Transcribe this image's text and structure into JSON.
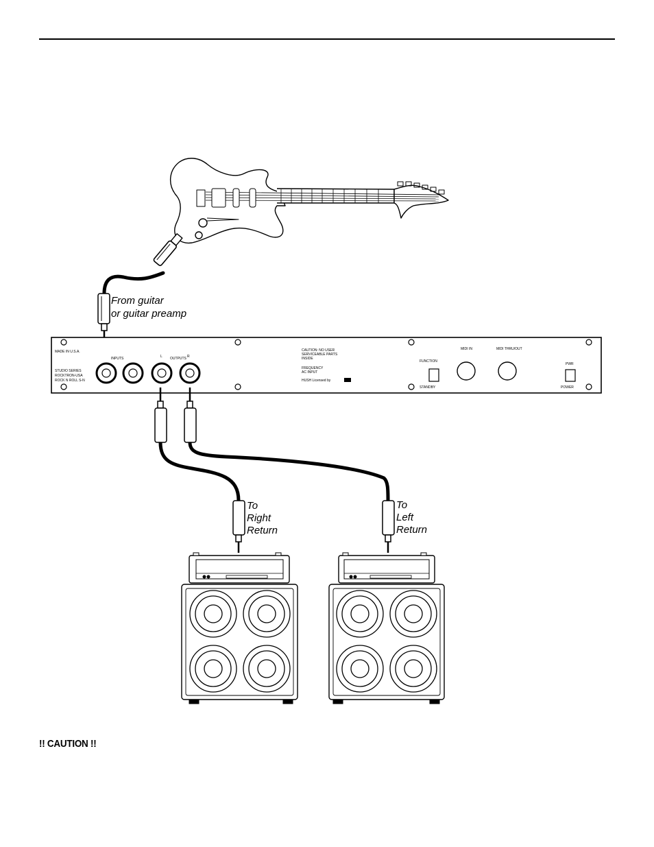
{
  "labels": {
    "from_guitar_line1": "From guitar",
    "from_guitar_line2": "or guitar preamp",
    "right_line1": "To",
    "right_line2": "Right",
    "right_line3": "Return",
    "left_line1": "To",
    "left_line2": "Left",
    "left_line3": "Return"
  },
  "panel": {
    "made_in": "MADE IN U.S.A.",
    "series_line1": "STUDIO SERIES",
    "series_line2": "ROCKTRON-USA",
    "series_line3": "ROCK N ROLL S-N",
    "inputs_label": "INPUTS",
    "outputs_label": "OUTPUTS",
    "left_label": "L",
    "right_label": "R",
    "caution_line1": "CAUTION: NO USER",
    "caution_line2": "SERVICEABLE PARTS",
    "caution_line3": "INSIDE",
    "freq_line1": "FREQUENCY",
    "freq_line2": "AC INPUT",
    "hush_line": "HUSH Licensed by",
    "footswitch_label": "FUNCTION",
    "footswitch_sub": "STANDBY",
    "midi_in": "MIDI IN",
    "midi_thru": "MIDI THRU/OUT",
    "power_label": "PWR",
    "power_sub": "POWER"
  },
  "caution_heading": "!! CAUTION !!"
}
